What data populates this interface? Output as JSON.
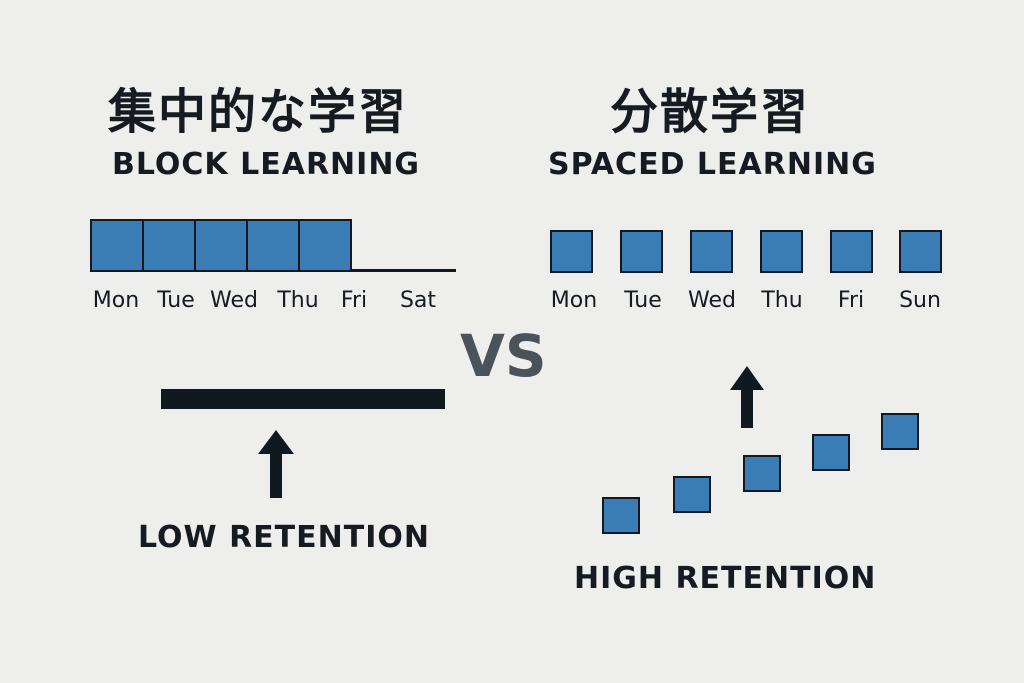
{
  "colors": {
    "accent": "#3a7db5",
    "outline": "#101820",
    "background": "#eeeeec",
    "vs": "#4a535c"
  },
  "left": {
    "title_jp": "集中的な学習",
    "title_en": "BLOCK LEARNING",
    "days": [
      "Mon",
      "Tue",
      "Wed",
      "Thu",
      "Fri",
      "Sat"
    ],
    "filled_days": 5,
    "arrow_icon": "arrow-up-icon",
    "result": "LOW RETENTION"
  },
  "vs": "VS",
  "right": {
    "title_jp": "分散学習",
    "title_en": "SPACED LEARNING",
    "days": [
      "Mon",
      "Tue",
      "Wed",
      "Thu",
      "Fri",
      "Sun"
    ],
    "arrow_icon": "arrow-up-icon",
    "retention_steps": 5,
    "result": "HIGH RETENTION"
  }
}
